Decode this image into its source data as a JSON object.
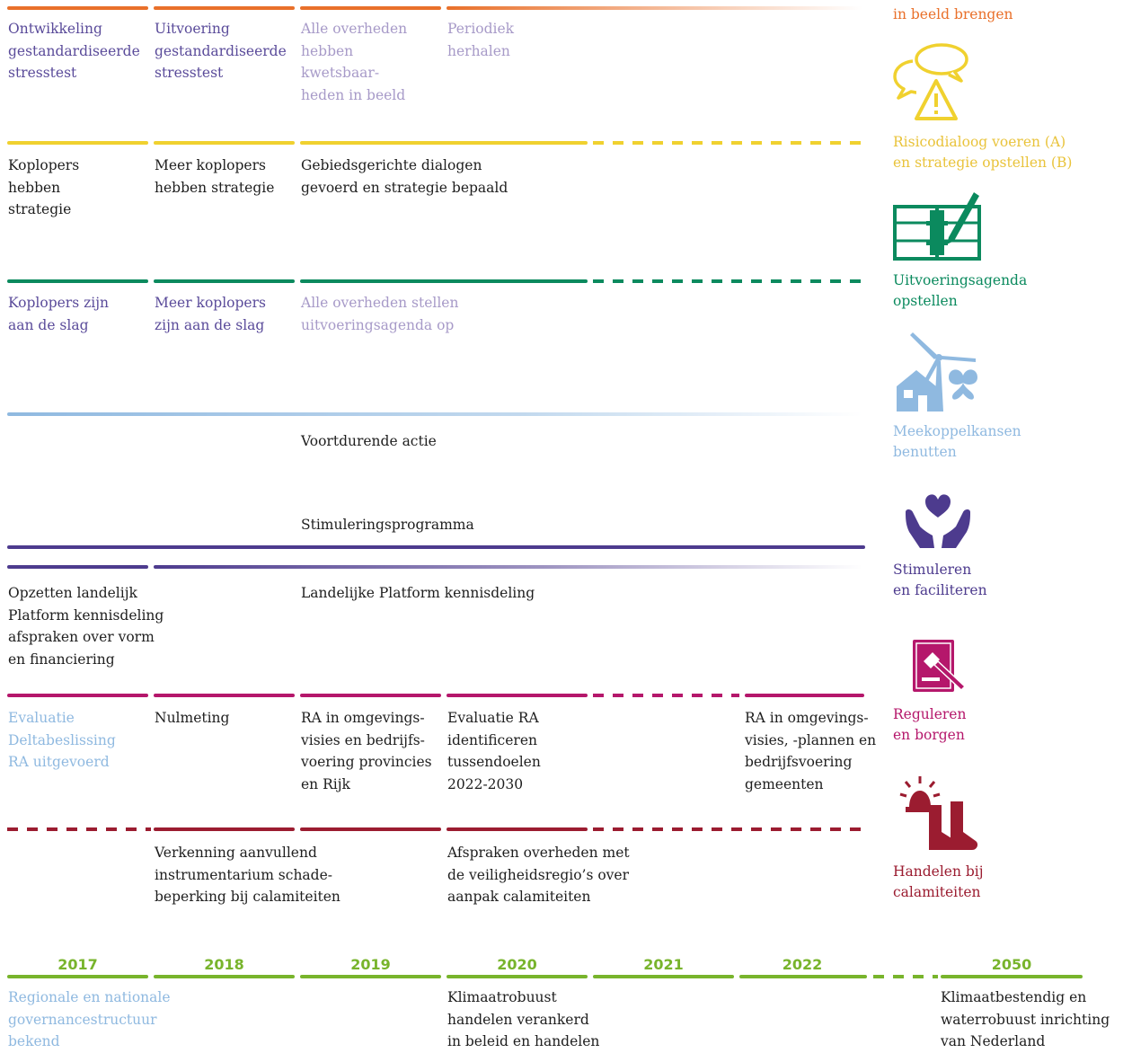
{
  "colors": {
    "orange": "#e9702a",
    "purple_text": "#5a4b9a",
    "lavender": "#a79ac8",
    "yellow": "#f0d12f",
    "yellow_text": "#e9c33b",
    "green": "#0b8a5e",
    "light_blue": "#8fb9e0",
    "dark_purple": "#4d3b8e",
    "magenta": "#b5176b",
    "dark_red": "#9b1c30",
    "lime": "#78b42c",
    "black": "#1e1e1e"
  },
  "row1": {
    "c1": "Ontwikkeling\ngestandardiseerde\nstresstest",
    "c2": "Uitvoering\ngestandardiseerde\nstresstest",
    "c3": "Alle overheden\nhebben\nkwetsbaar-\nheden in beeld",
    "c4": "Periodiek\nherhalen",
    "label": "in beeld brengen"
  },
  "row2": {
    "c1": "Koplopers\nhebben\nstrategie",
    "c2": "Meer koplopers\nhebben strategie",
    "c3": "Gebiedsgerichte dialogen\ngevoerd en strategie bepaald",
    "label": "Risicodialoog voeren (A)\nen strategie opstellen (B)"
  },
  "row3": {
    "c1": "Koplopers zijn\naan de slag",
    "c2": "Meer koplopers\nzijn aan de slag",
    "c3": "Alle overheden stellen\nuitvoeringsagenda op",
    "label": "Uitvoeringsagenda\nopstellen"
  },
  "row4": {
    "c3": "Voortdurende actie",
    "label": "Meekoppelkansen\nbenutten"
  },
  "row5": {
    "c3": "Stimuleringsprogramma",
    "label": "Stimuleren\nen faciliteren"
  },
  "row6": {
    "c1": "Opzetten landelijk\nPlatform kennisdeling\nafspraken over vorm\nen financiering",
    "c3": "Landelijke Platform kennisdeling"
  },
  "row7": {
    "c1": "Evaluatie\nDeltabeslissing\nRA uitgevoerd",
    "c2": "Nulmeting",
    "c3": "RA in omgevings-\nvisies en bedrijfs-\nvoering provincies\nen Rijk",
    "c4": "Evaluatie RA\nidentificeren\ntussendoelen\n2022-2030",
    "c6": "RA in omgevings-\nvisies, -plannen en\nbedrijfsvoering\ngemeenten",
    "label": "Reguleren\nen borgen"
  },
  "row8": {
    "c2": "Verkenning aanvullend\ninstrumentarium schade-\nbeperking bij calamiteiten",
    "c4": "Afspraken overheden met\nde veiligheidsregio’s over\naanpak calamiteiten",
    "label": "Handelen bij\ncalamiteiten"
  },
  "timeline": {
    "years": [
      "2017",
      "2018",
      "2019",
      "2020",
      "2021",
      "2022",
      "2050"
    ],
    "c1": "Regionale en nationale\ngovernancestructuur\nbekend",
    "c4": "Klimaatrobuust\nhandelen verankerd\nin beleid en handelen",
    "c7": "Klimaatbestendig en\nwaterrobuust inrichting\nvan Nederland"
  },
  "icons": [
    "speech-bubbles-warning-icon",
    "agenda-book-pen-icon",
    "house-windmill-butterfly-icon",
    "hands-heart-icon",
    "law-book-gavel-icon",
    "siren-boots-icon"
  ]
}
